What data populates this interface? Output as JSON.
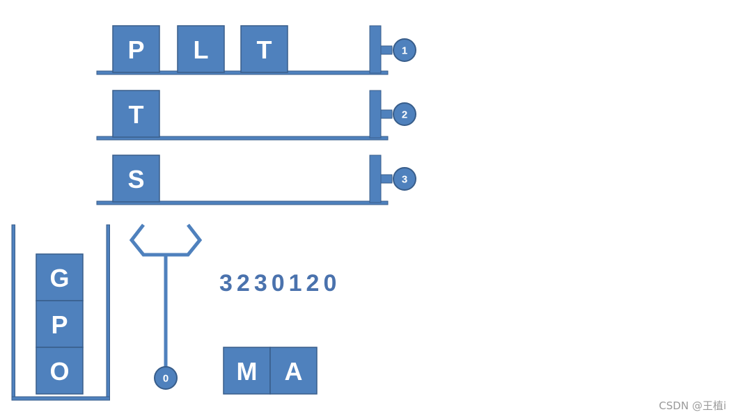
{
  "colors": {
    "fill": "#4f81bd",
    "stroke": "#385d8a",
    "text_on_block": "#ffffff",
    "sequence_text": "#4a72ad",
    "watermark": "#9a9a9a"
  },
  "shelves": [
    {
      "number": "1",
      "blocks": [
        "P",
        "L",
        "T"
      ]
    },
    {
      "number": "2",
      "blocks": [
        "T"
      ]
    },
    {
      "number": "3",
      "blocks": [
        "S"
      ]
    }
  ],
  "stack": {
    "blocks_top_to_bottom": [
      "G",
      "P",
      "O"
    ]
  },
  "arm": {
    "number": "0"
  },
  "sequence": "3230120",
  "held_blocks": [
    "M",
    "A"
  ],
  "watermark": "CSDN @王植i"
}
